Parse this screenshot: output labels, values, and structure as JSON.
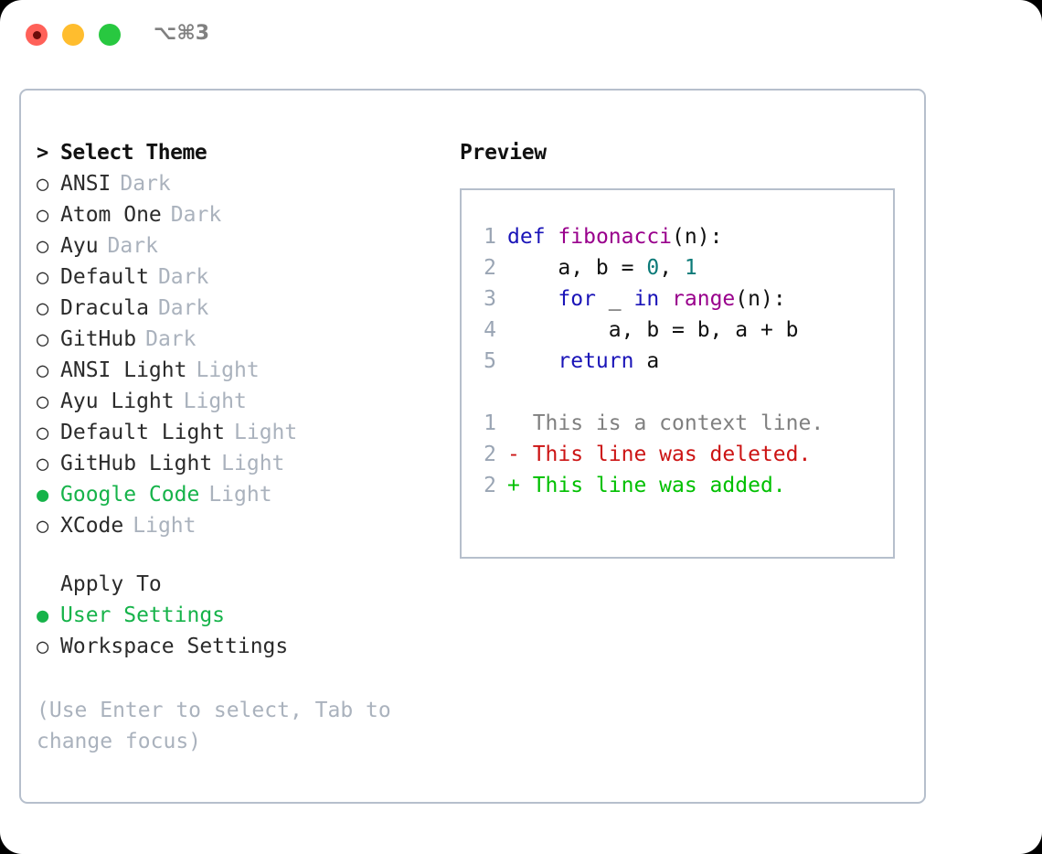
{
  "titlebar": {
    "shortcut": "⌥⌘3",
    "buttons": [
      {
        "name": "close",
        "color": "#ff6159"
      },
      {
        "name": "minimize",
        "color": "#ffbd2e"
      },
      {
        "name": "zoom",
        "color": "#28c840"
      }
    ]
  },
  "theme_picker": {
    "header_marker": ">",
    "header": "Select Theme",
    "marker_selected": "●",
    "marker_unselected": "○",
    "items": [
      {
        "marker": "○",
        "name": "ANSI",
        "variant": "Dark",
        "selected": false
      },
      {
        "marker": "○",
        "name": "Atom One",
        "variant": "Dark",
        "selected": false
      },
      {
        "marker": "○",
        "name": "Ayu",
        "variant": "Dark",
        "selected": false
      },
      {
        "marker": "○",
        "name": "Default",
        "variant": "Dark",
        "selected": false
      },
      {
        "marker": "○",
        "name": "Dracula",
        "variant": "Dark",
        "selected": false
      },
      {
        "marker": "○",
        "name": "GitHub",
        "variant": "Dark",
        "selected": false
      },
      {
        "marker": "○",
        "name": "ANSI Light",
        "variant": "Light",
        "selected": false
      },
      {
        "marker": "○",
        "name": "Ayu Light",
        "variant": "Light",
        "selected": false
      },
      {
        "marker": "○",
        "name": "Default Light",
        "variant": "Light",
        "selected": false
      },
      {
        "marker": "○",
        "name": "GitHub Light",
        "variant": "Light",
        "selected": false
      },
      {
        "marker": "●",
        "name": "Google Code",
        "variant": "Light",
        "selected": true
      },
      {
        "marker": "○",
        "name": "XCode",
        "variant": "Light",
        "selected": false
      }
    ]
  },
  "apply_to": {
    "label": "Apply To",
    "options": [
      {
        "marker": "●",
        "name": "User Settings",
        "selected": true
      },
      {
        "marker": "○",
        "name": "Workspace Settings",
        "selected": false
      }
    ]
  },
  "hint": "(Use Enter to select, Tab to change focus)",
  "preview": {
    "title": "Preview",
    "code_lines": [
      {
        "num": "1",
        "tokens": [
          {
            "t": "def",
            "c": "kw"
          },
          {
            "t": " ",
            "c": "pl"
          },
          {
            "t": "fibonacci",
            "c": "fn"
          },
          {
            "t": "(n):",
            "c": "pl"
          }
        ]
      },
      {
        "num": "2",
        "tokens": [
          {
            "t": "    a, b = ",
            "c": "pl"
          },
          {
            "t": "0",
            "c": "num"
          },
          {
            "t": ", ",
            "c": "pl"
          },
          {
            "t": "1",
            "c": "num"
          }
        ]
      },
      {
        "num": "3",
        "tokens": [
          {
            "t": "    ",
            "c": "pl"
          },
          {
            "t": "for",
            "c": "kw"
          },
          {
            "t": " _ ",
            "c": "pl"
          },
          {
            "t": "in",
            "c": "kw"
          },
          {
            "t": " ",
            "c": "pl"
          },
          {
            "t": "range",
            "c": "fn"
          },
          {
            "t": "(n):",
            "c": "pl"
          }
        ]
      },
      {
        "num": "4",
        "tokens": [
          {
            "t": "        a, b = b, a + b",
            "c": "pl"
          }
        ]
      },
      {
        "num": "5",
        "tokens": [
          {
            "t": "    ",
            "c": "pl"
          },
          {
            "t": "return",
            "c": "kw"
          },
          {
            "t": " a",
            "c": "pl"
          }
        ]
      }
    ],
    "diff_lines": [
      {
        "num": "1",
        "sign": " ",
        "text": " This is a context line.",
        "kind": "ctx"
      },
      {
        "num": "2",
        "sign": "-",
        "text": " This line was deleted.",
        "kind": "del"
      },
      {
        "num": "2",
        "sign": "+",
        "text": " This line was added.",
        "kind": "add"
      }
    ]
  },
  "colors": {
    "accent_selected": "#16b34a",
    "muted": "#aab2bd",
    "border": "#b6bfcc",
    "gutter": "#9aa5b4",
    "keyword": "#1a14b8",
    "function": "#99008c",
    "number": "#0b7a78",
    "diff_deleted": "#cc1414",
    "diff_added": "#00c000"
  }
}
